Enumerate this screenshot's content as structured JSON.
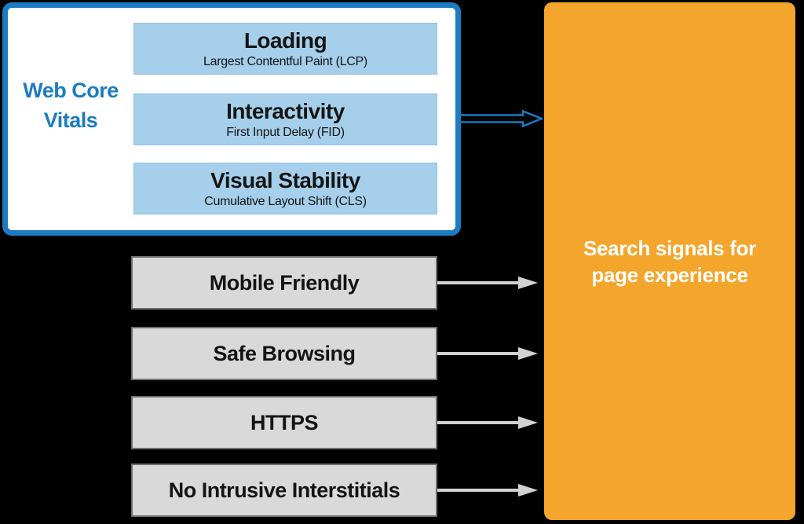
{
  "vitals": {
    "label": "Web Core Vitals",
    "items": [
      {
        "title": "Loading",
        "subtitle": "Largest Contentful Paint (LCP)"
      },
      {
        "title": "Interactivity",
        "subtitle": "First Input Delay (FID)"
      },
      {
        "title": "Visual Stability",
        "subtitle": "Cumulative Layout Shift (CLS)"
      }
    ]
  },
  "signals": {
    "items": [
      {
        "label": "Mobile Friendly"
      },
      {
        "label": "Safe Browsing"
      },
      {
        "label": "HTTPS"
      },
      {
        "label": "No Intrusive Interstitials"
      }
    ]
  },
  "target": {
    "label": "Search signals for page experience"
  },
  "icons": {
    "blue_arrow": "arrow-right-outline",
    "gray_arrow": "arrow-right"
  },
  "colors": {
    "background": "#000000",
    "accent_blue": "#1b7cc2",
    "light_blue_fill": "#a5cfea",
    "card_white": "#ffffff",
    "gray_fill": "#d9d9d9",
    "gray_border": "#6e6e6e",
    "arrow_gray": "#d2d2d2",
    "orange_fill": "#f4a52b",
    "text_dark": "#141414",
    "text_white": "#ffffff"
  }
}
